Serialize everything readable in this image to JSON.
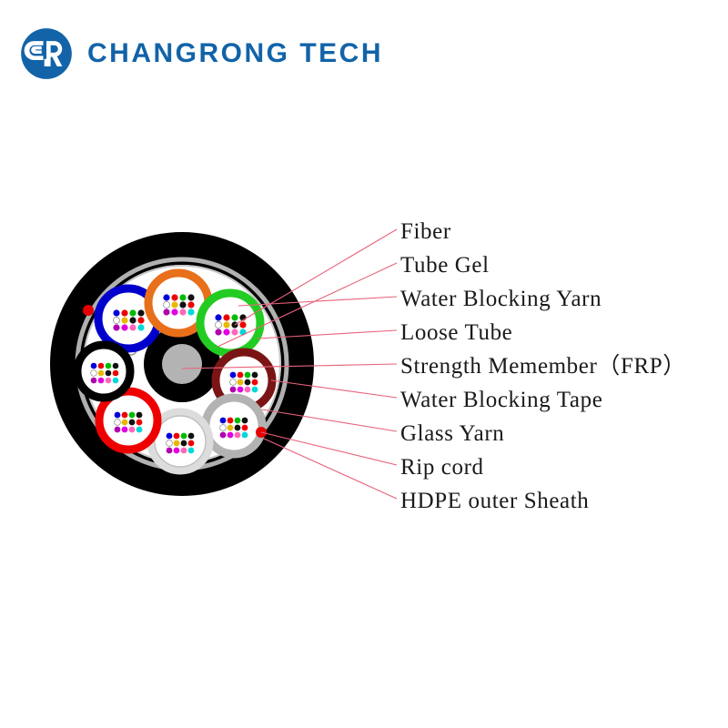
{
  "brand": {
    "name": "CHANGRONG TECH",
    "logo_icon": "changrong-cr-monogram-icon",
    "logo_color": "#1263a8",
    "text_color": "#1263a8"
  },
  "diagram": {
    "title": "Fiber optic cable cross-section",
    "type": "cable-cross-section",
    "leader_line_color": "#e8627a",
    "callouts": [
      {
        "id": "fiber",
        "label": "Fiber"
      },
      {
        "id": "tube-gel",
        "label": "Tube Gel"
      },
      {
        "id": "water-block-yarn",
        "label": "Water Blocking Yarn"
      },
      {
        "id": "loose-tube",
        "label": "Loose Tube"
      },
      {
        "id": "strength-member",
        "label": "Strength Memember（FRP）"
      },
      {
        "id": "water-block-tape",
        "label": "Water Blocking Tape"
      },
      {
        "id": "glass-yarn",
        "label": "Glass Yarn"
      },
      {
        "id": "rip-cord",
        "label": "Rip cord"
      },
      {
        "id": "hdpe-sheath",
        "label": "HDPE outer Sheath"
      }
    ],
    "layers": {
      "outer_sheath_color": "#000000",
      "water_blocking_tape_color": "#b8b8b8",
      "core_fill_color": "#ffffff",
      "central_ring_color": "#000000",
      "frp_core_color": "#b3b3b3",
      "rip_cord_color": "#e60000",
      "glass_yarn_color": "#ffffff"
    },
    "loose_tubes": [
      {
        "position": "top-left",
        "jacket_color": "#0000cc",
        "fiber_count": 12
      },
      {
        "position": "top-center",
        "jacket_color": "#e8701a",
        "fiber_count": 12
      },
      {
        "position": "top-right",
        "jacket_color": "#22cc22",
        "fiber_count": 12
      },
      {
        "position": "right",
        "jacket_color": "#7b1515",
        "fiber_count": 12
      },
      {
        "position": "bottom-right",
        "jacket_color": "#b3b3b3",
        "fiber_count": 12
      },
      {
        "position": "bottom-center",
        "jacket_color": "#f2f2f2",
        "fiber_count": 12
      },
      {
        "position": "bottom-left",
        "jacket_color": "#ee0000",
        "fiber_count": 12
      },
      {
        "position": "left",
        "jacket_color": "#000000",
        "fiber_count": 12
      }
    ],
    "fiber_colors": [
      "#0000dd",
      "#ee0000",
      "#00bb00",
      "#111111",
      "#ffffff",
      "#e8b800",
      "#b000b0",
      "#e000e0",
      "#ff66bb",
      "#00d8d8",
      "#6b3a10",
      "#888888"
    ],
    "rip_cord_markers": 2,
    "glass_yarn_markers": 4
  }
}
